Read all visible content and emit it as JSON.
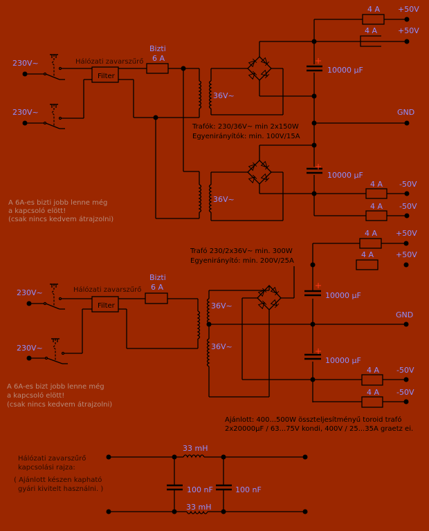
{
  "section1": {
    "mains_label_1": "230V~",
    "mains_label_2": "230V~",
    "filter_caption": "Hálózati zavarszűrő",
    "filter_box": "Filter",
    "fuse_title": "Bizti",
    "fuse_rating": "6 A",
    "transformer_1_secondary": "36V~",
    "transformer_2_secondary": "36V~",
    "spec_line_1": "Trafók: 230/36V~ min 2x150W",
    "spec_line_2": "Egyenirányítók:  min. 100V/15A",
    "cap_pos": "10000 µF",
    "cap_neg": "10000 µF",
    "outputs": [
      {
        "fuse": "4 A",
        "label": "+50V"
      },
      {
        "fuse": "4 A",
        "label": "+50V"
      },
      {
        "fuse": "",
        "label": "GND"
      },
      {
        "fuse": "4 A",
        "label": "-50V"
      },
      {
        "fuse": "4 A",
        "label": "-50V"
      }
    ],
    "note_line_1": "A 6A-es bizti jobb lenne még",
    "note_line_2": "a kapcsoló elött!",
    "note_line_3": "(csak nincs kedvem átrajzolni)"
  },
  "section2": {
    "mains_label_1": "230V~",
    "mains_label_2": "230V~",
    "filter_caption": "Hálózati zavarszűrő",
    "filter_box": "Filter",
    "fuse_title": "Bizti",
    "fuse_rating": "6 A",
    "secondary_upper": "36V~",
    "secondary_lower": "36V~",
    "spec_line_1": "Trafó 230/2x36V~ min. 300W",
    "spec_line_2": "Egyenirányító:  min. 200V/25A",
    "cap_pos": "10000 µF",
    "cap_neg": "10000 µF",
    "outputs": [
      {
        "fuse": "4 A",
        "label": "+50V"
      },
      {
        "fuse": "4 A",
        "label": "+50V"
      },
      {
        "fuse": "",
        "label": "GND"
      },
      {
        "fuse": "4 A",
        "label": "-50V"
      },
      {
        "fuse": "4 A",
        "label": "-50V"
      }
    ],
    "note_line_1": "A 6A-es bizt jobb lenne még",
    "note_line_2": "a kapcsoló elött!",
    "note_line_3": "(csak nincs kedvem átrajzolni)",
    "recommend_line_1": "Ajánlott: 400...500W összteljesítményű  toroid trafó",
    "recommend_line_2": "2x20000µF / 63...75V kondi, 400V / 25...35A graetz ei."
  },
  "filter_schematic": {
    "title_line_1": "Hálózati zavarszűrő",
    "title_line_2": "kapcsolási rajza:",
    "hint_line_1": "( Ajánlott készen kapható",
    "hint_line_2": "gyári kivitelt használni. )",
    "inductor_top": "33 mH",
    "inductor_bottom": "33 mH",
    "cap_1": "100 nF",
    "cap_2": "100 nF"
  },
  "colors": {
    "background": "#9b2700",
    "wire": "#000000",
    "component_label": "#8f8fff",
    "polarity_mark": "#ff3a1a"
  }
}
